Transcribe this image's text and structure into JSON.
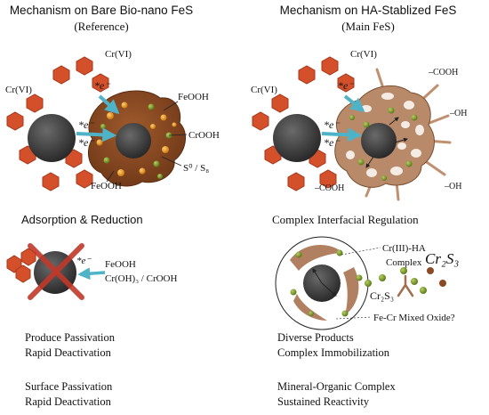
{
  "left_panel": {
    "title": "Mechanism on Bare Bio-nano FeS",
    "subtitle": "(Reference)",
    "cr_vi_top": "Cr(VI)",
    "cr_vi_left": "Cr(VI)",
    "electron_label": "*e⁻",
    "label_feooh_top": "FeOOH",
    "label_crooh": "CrOOH",
    "label_sulfur": "S⁰ / S₈",
    "label_feooh_bottom": "FeOOH",
    "stage_label": "Adsorption & Reduction",
    "deact_label_feooh": "FeOOH",
    "deact_label_croh": "Cr(OH)₃ / CrOOH",
    "result_line1": "Produce Passivation",
    "result_line2": "Rapid Deactivation",
    "summary_line1": "Surface Passivation",
    "summary_line2": "Rapid Deactivation"
  },
  "right_panel": {
    "title": "Mechanism on HA-Stablized FeS",
    "subtitle": "(Main FeS)",
    "cr_vi_top": "Cr(VI)",
    "cr_vi_left": "Cr(VI)",
    "electron_label": "*e⁻",
    "cooh_top": "–COOH",
    "oh_right": "–OH",
    "cooh_bottom": "–COOH",
    "oh_bottom": "–OH",
    "stage_label": "Complex Interfacial Regulation",
    "complex_label_line1": "Cr(III)-HA",
    "complex_label_line2": "Complex",
    "cr2s3_big": "Cr₂S₃",
    "cr2s3_small": "Cr₂S₃",
    "mixed_oxide": "Fe-Cr Mixed Oxide?",
    "result_line1": "Diverse Products",
    "result_line2": "Complex Immobilization",
    "summary_line1": "Mineral-Organic Complex",
    "summary_line2": "Sustained Reactivity"
  },
  "colors": {
    "hexagon": "#d4502a",
    "hexagon_stroke": "#a8361a",
    "core": "#3c3c3c",
    "shell_brown": "#8a4a26",
    "ha_tan": "#b08060",
    "arrow_blue": "#4fb3c8",
    "particle_green": "#7a9a2a",
    "particle_orange": "#e89a2a",
    "cross_red": "#c0392b"
  }
}
